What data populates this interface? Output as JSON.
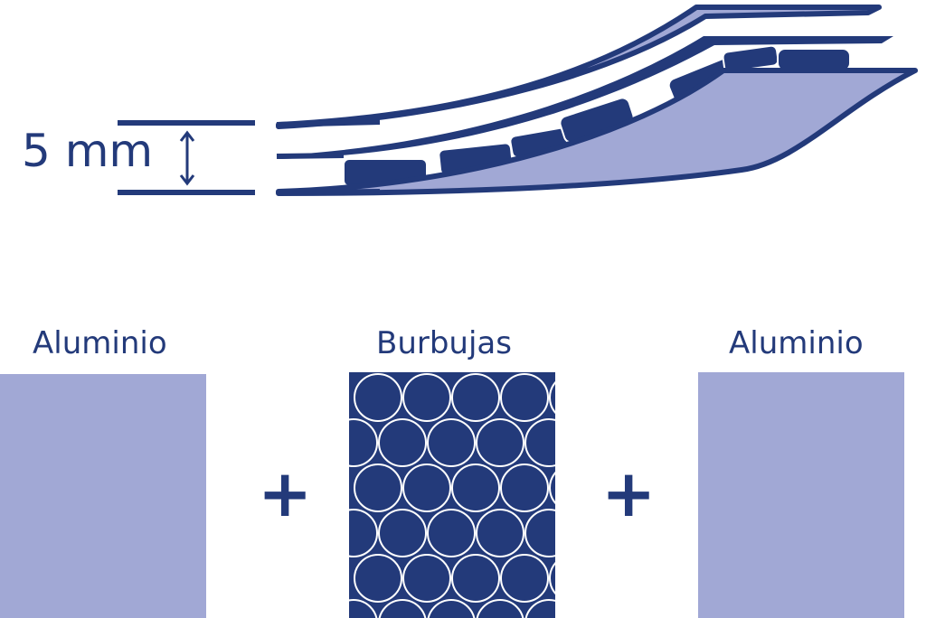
{
  "dimension": {
    "label": "5 mm"
  },
  "layers": [
    {
      "label": "Aluminio",
      "material": "aluminium-foil"
    },
    {
      "label": "Burbujas",
      "material": "bubble-wrap"
    },
    {
      "label": "Aluminio",
      "material": "aluminium-foil"
    }
  ],
  "operators": {
    "plus": "+"
  },
  "colors": {
    "dark_blue": "#233a7a",
    "light_blue": "#a1a8d5",
    "white": "#ffffff"
  },
  "icons": {
    "thickness_arrow": "double-headed-vertical-arrow"
  }
}
